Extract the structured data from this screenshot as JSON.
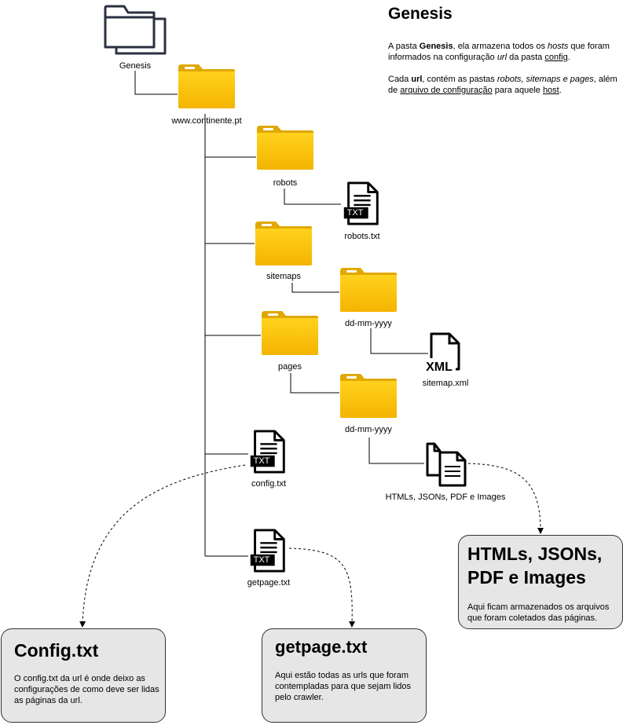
{
  "tree": {
    "root": "Genesis",
    "host": "www.continente.pt",
    "robots_folder": "robots",
    "robots_file": "robots.txt",
    "sitemaps_folder": "sitemaps",
    "sitemaps_date_folder": "dd-mm-yyyy",
    "sitemap_file": "sitemap.xml",
    "pages_folder": "pages",
    "pages_date_folder": "dd-mm-yyyy",
    "collected_files": "HTMLs, JSONs, PDF e Images",
    "config_file": "config.txt",
    "getpage_file": "getpage.txt"
  },
  "icons": {
    "txt_badge": "TXT",
    "xml_badge": "XML"
  },
  "info": {
    "title": "Genesis",
    "p1": {
      "a": "A pasta ",
      "b": "Genesis",
      "c": ", ela armazena todos os ",
      "d": "hosts",
      "e": " que foram informados na configuração ",
      "f": "url",
      "g": " da pasta ",
      "h": "config",
      "i": "."
    },
    "p2": {
      "a": "Cada ",
      "b": "url",
      "c": ", contém as pastas ",
      "d": "robots, sitemaps e pages",
      "e": ", além de ",
      "f": "arquivo de configuração",
      "g": " para aquele ",
      "h": "host",
      "i": "."
    }
  },
  "cards": {
    "htmls": {
      "title_1": "HTMLs, JSONs,",
      "title_2": "PDF e Images",
      "desc": "Aqui ficam armazenados os arquivos que foram coletados das páginas."
    },
    "config": {
      "title": "Config.txt",
      "desc": "O config.txt da url é onde deixo as configurações de como deve ser lidas as páginas da url."
    },
    "getpage": {
      "title": "getpage.txt",
      "desc": "Aqui estão todas as urls que foram contempladas para que sejam lidos pelo crawler."
    }
  },
  "colors": {
    "folder_front": "#FFD21E",
    "folder_back": "#E0A800",
    "card_bg": "#e6e6e6",
    "line": "#000000"
  }
}
